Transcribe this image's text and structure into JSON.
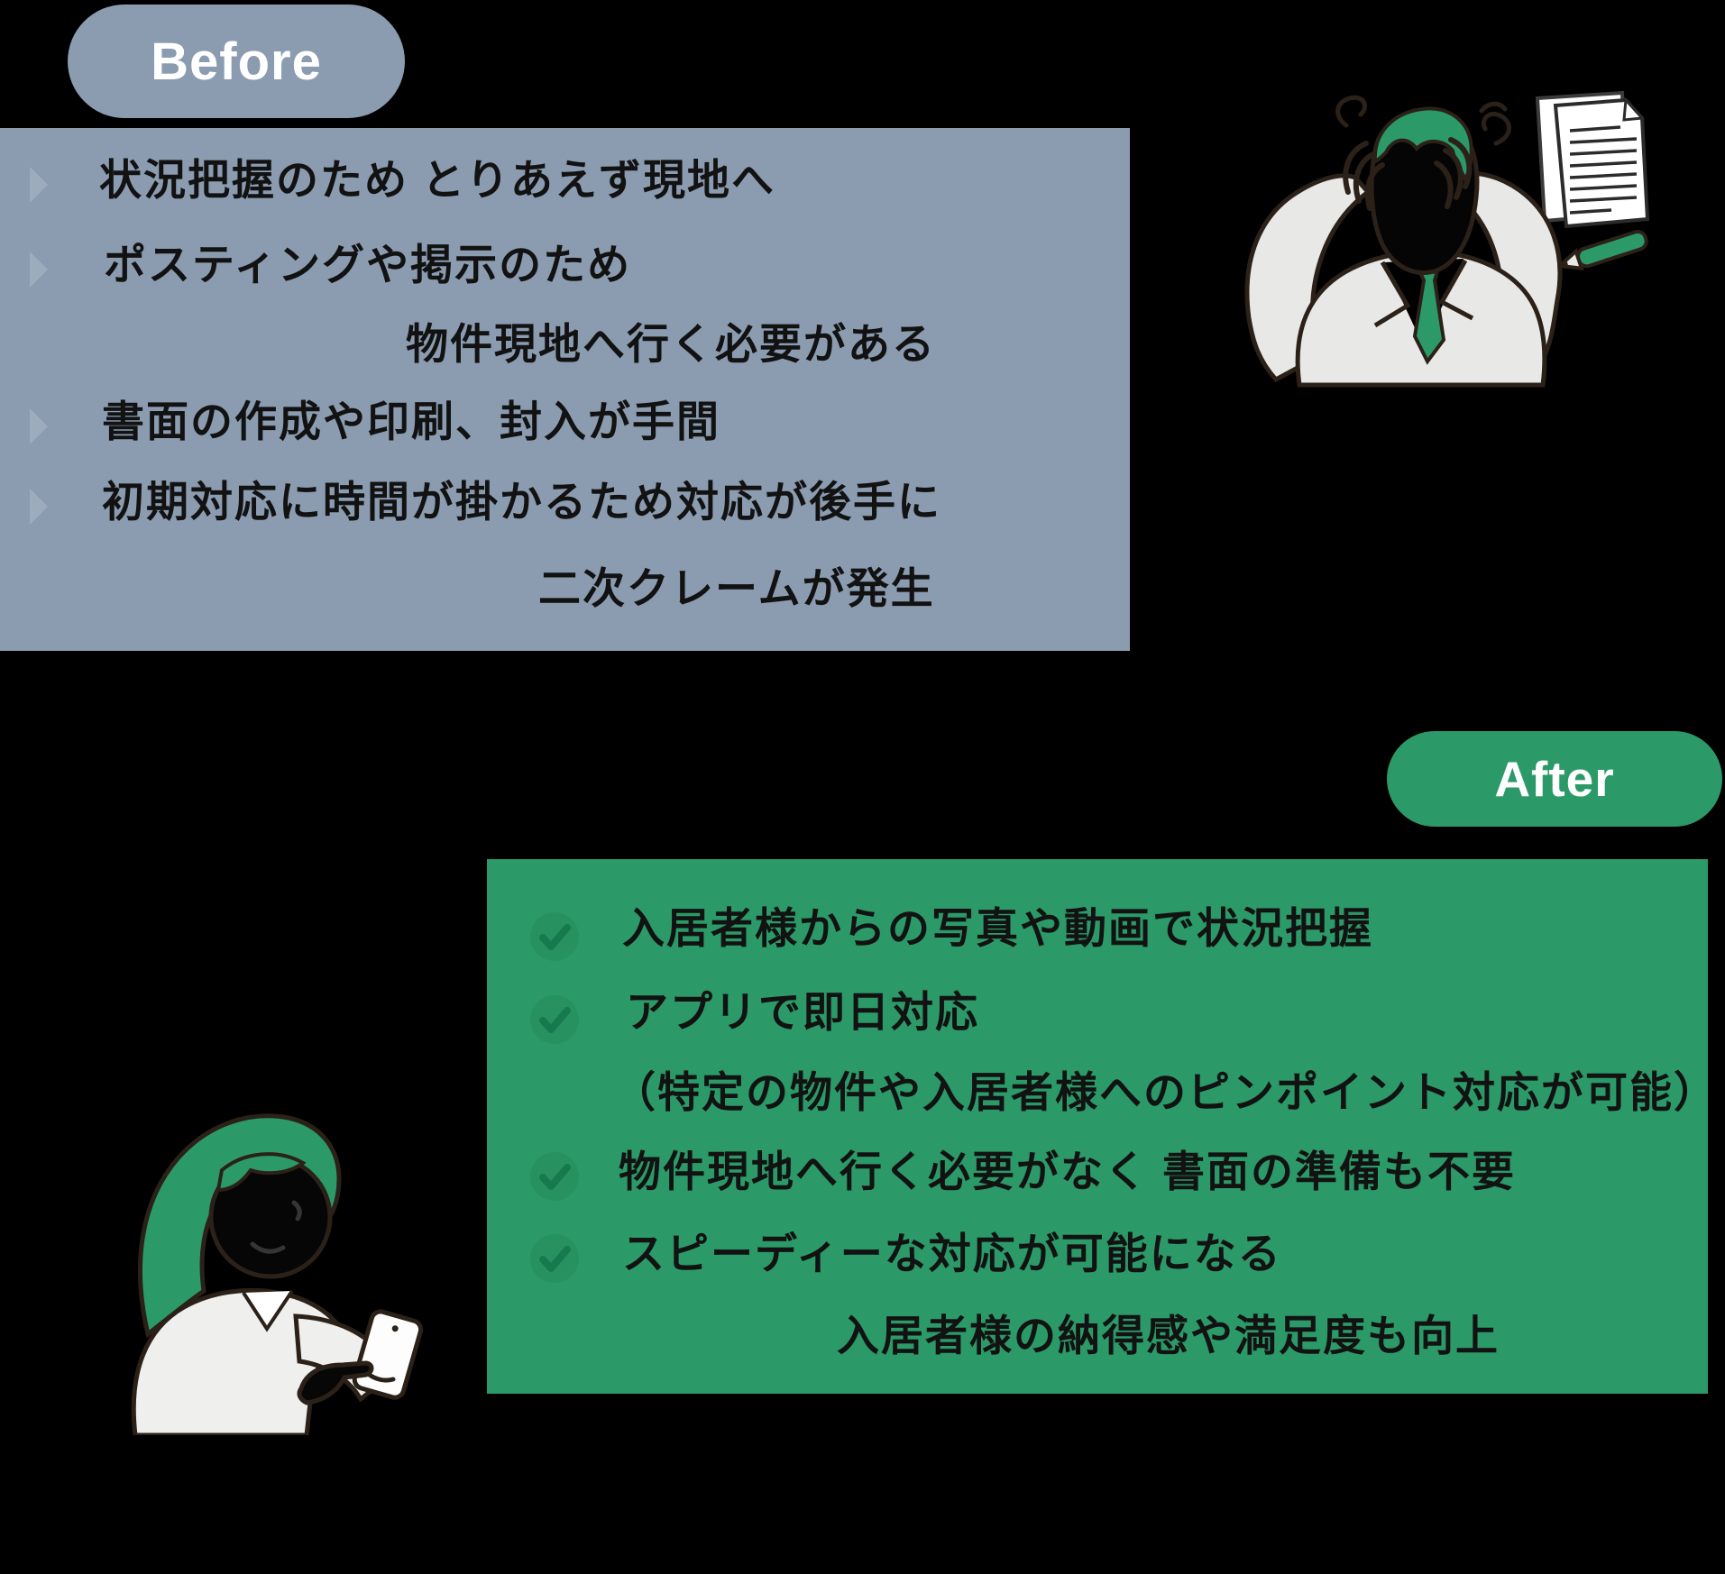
{
  "background_color": "#000000",
  "colors": {
    "before_accent": "#8b9cb0",
    "before_bullet": "#9dacbd",
    "after_accent": "#2b9a68",
    "check_circle": "#27925f",
    "check_mark": "#177a4e",
    "text": "#121212",
    "badge_text": "#ffffff"
  },
  "icons": {
    "before_bullet": "triangle-right",
    "after_bullet": "check-circle"
  },
  "before": {
    "badge": "Before",
    "items": [
      {
        "text": "状況把握のため とりあえず現地へ",
        "bullet": "triangle",
        "indent": false
      },
      {
        "text": "ポスティングや掲示のため",
        "bullet": "triangle",
        "indent": false
      },
      {
        "text": "物件現地へ行く必要がある",
        "bullet": "none",
        "indent": true
      },
      {
        "text": "書面の作成や印刷、封入が手間",
        "bullet": "triangle",
        "indent": false
      },
      {
        "text": "初期対応に時間が掛かるため対応が後手に",
        "bullet": "triangle",
        "indent": false
      },
      {
        "text": "二次クレームが発生",
        "bullet": "none",
        "indent": true
      }
    ]
  },
  "after": {
    "badge": "After",
    "items": [
      {
        "text": "入居者様からの写真や動画で状況把握",
        "bullet": "check",
        "indent": false
      },
      {
        "text": "アプリで即日対応",
        "bullet": "check",
        "indent": false
      },
      {
        "text": "（特定の物件や入居者様へのピンポイント対応が可能）",
        "bullet": "none",
        "indent": false
      },
      {
        "text": "物件現地へ行く必要がなく 書面の準備も不要",
        "bullet": "check",
        "indent": false
      },
      {
        "text": "スピーディーな対応が可能になる",
        "bullet": "check",
        "indent": false
      },
      {
        "text": "入居者様の納得感や満足度も向上",
        "bullet": "none",
        "indent": true
      }
    ]
  }
}
